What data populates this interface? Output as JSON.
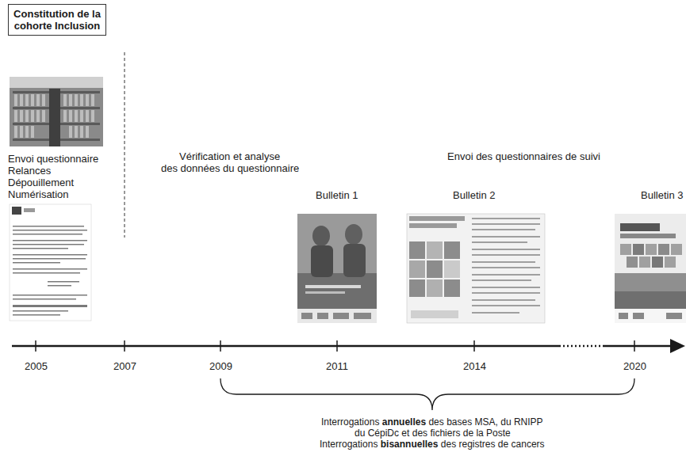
{
  "diagram": {
    "nodes": [
      {
        "text": [
          "Constitution de la cohorte Inclusion"
        ]
      }
    ],
    "labels": [
      "Envoi questionnaire",
      "Relances",
      "Dépouillement",
      "Numérisation",
      "Vérification et analyse",
      "des données du questionnaire",
      "Envoi des questionnaires de suivi",
      "Bulletin 1",
      "Bulletin 2",
      "Bulletin 3",
      "2005",
      "2007",
      "2009",
      "2011",
      "2014",
      "2020",
      "Interrogations annuelles des bases MSA, du RNIPP",
      "du CépiDc et des fichiers de la Poste",
      "Interrogations bisannuelles des registres de cancers"
    ]
  }
}
